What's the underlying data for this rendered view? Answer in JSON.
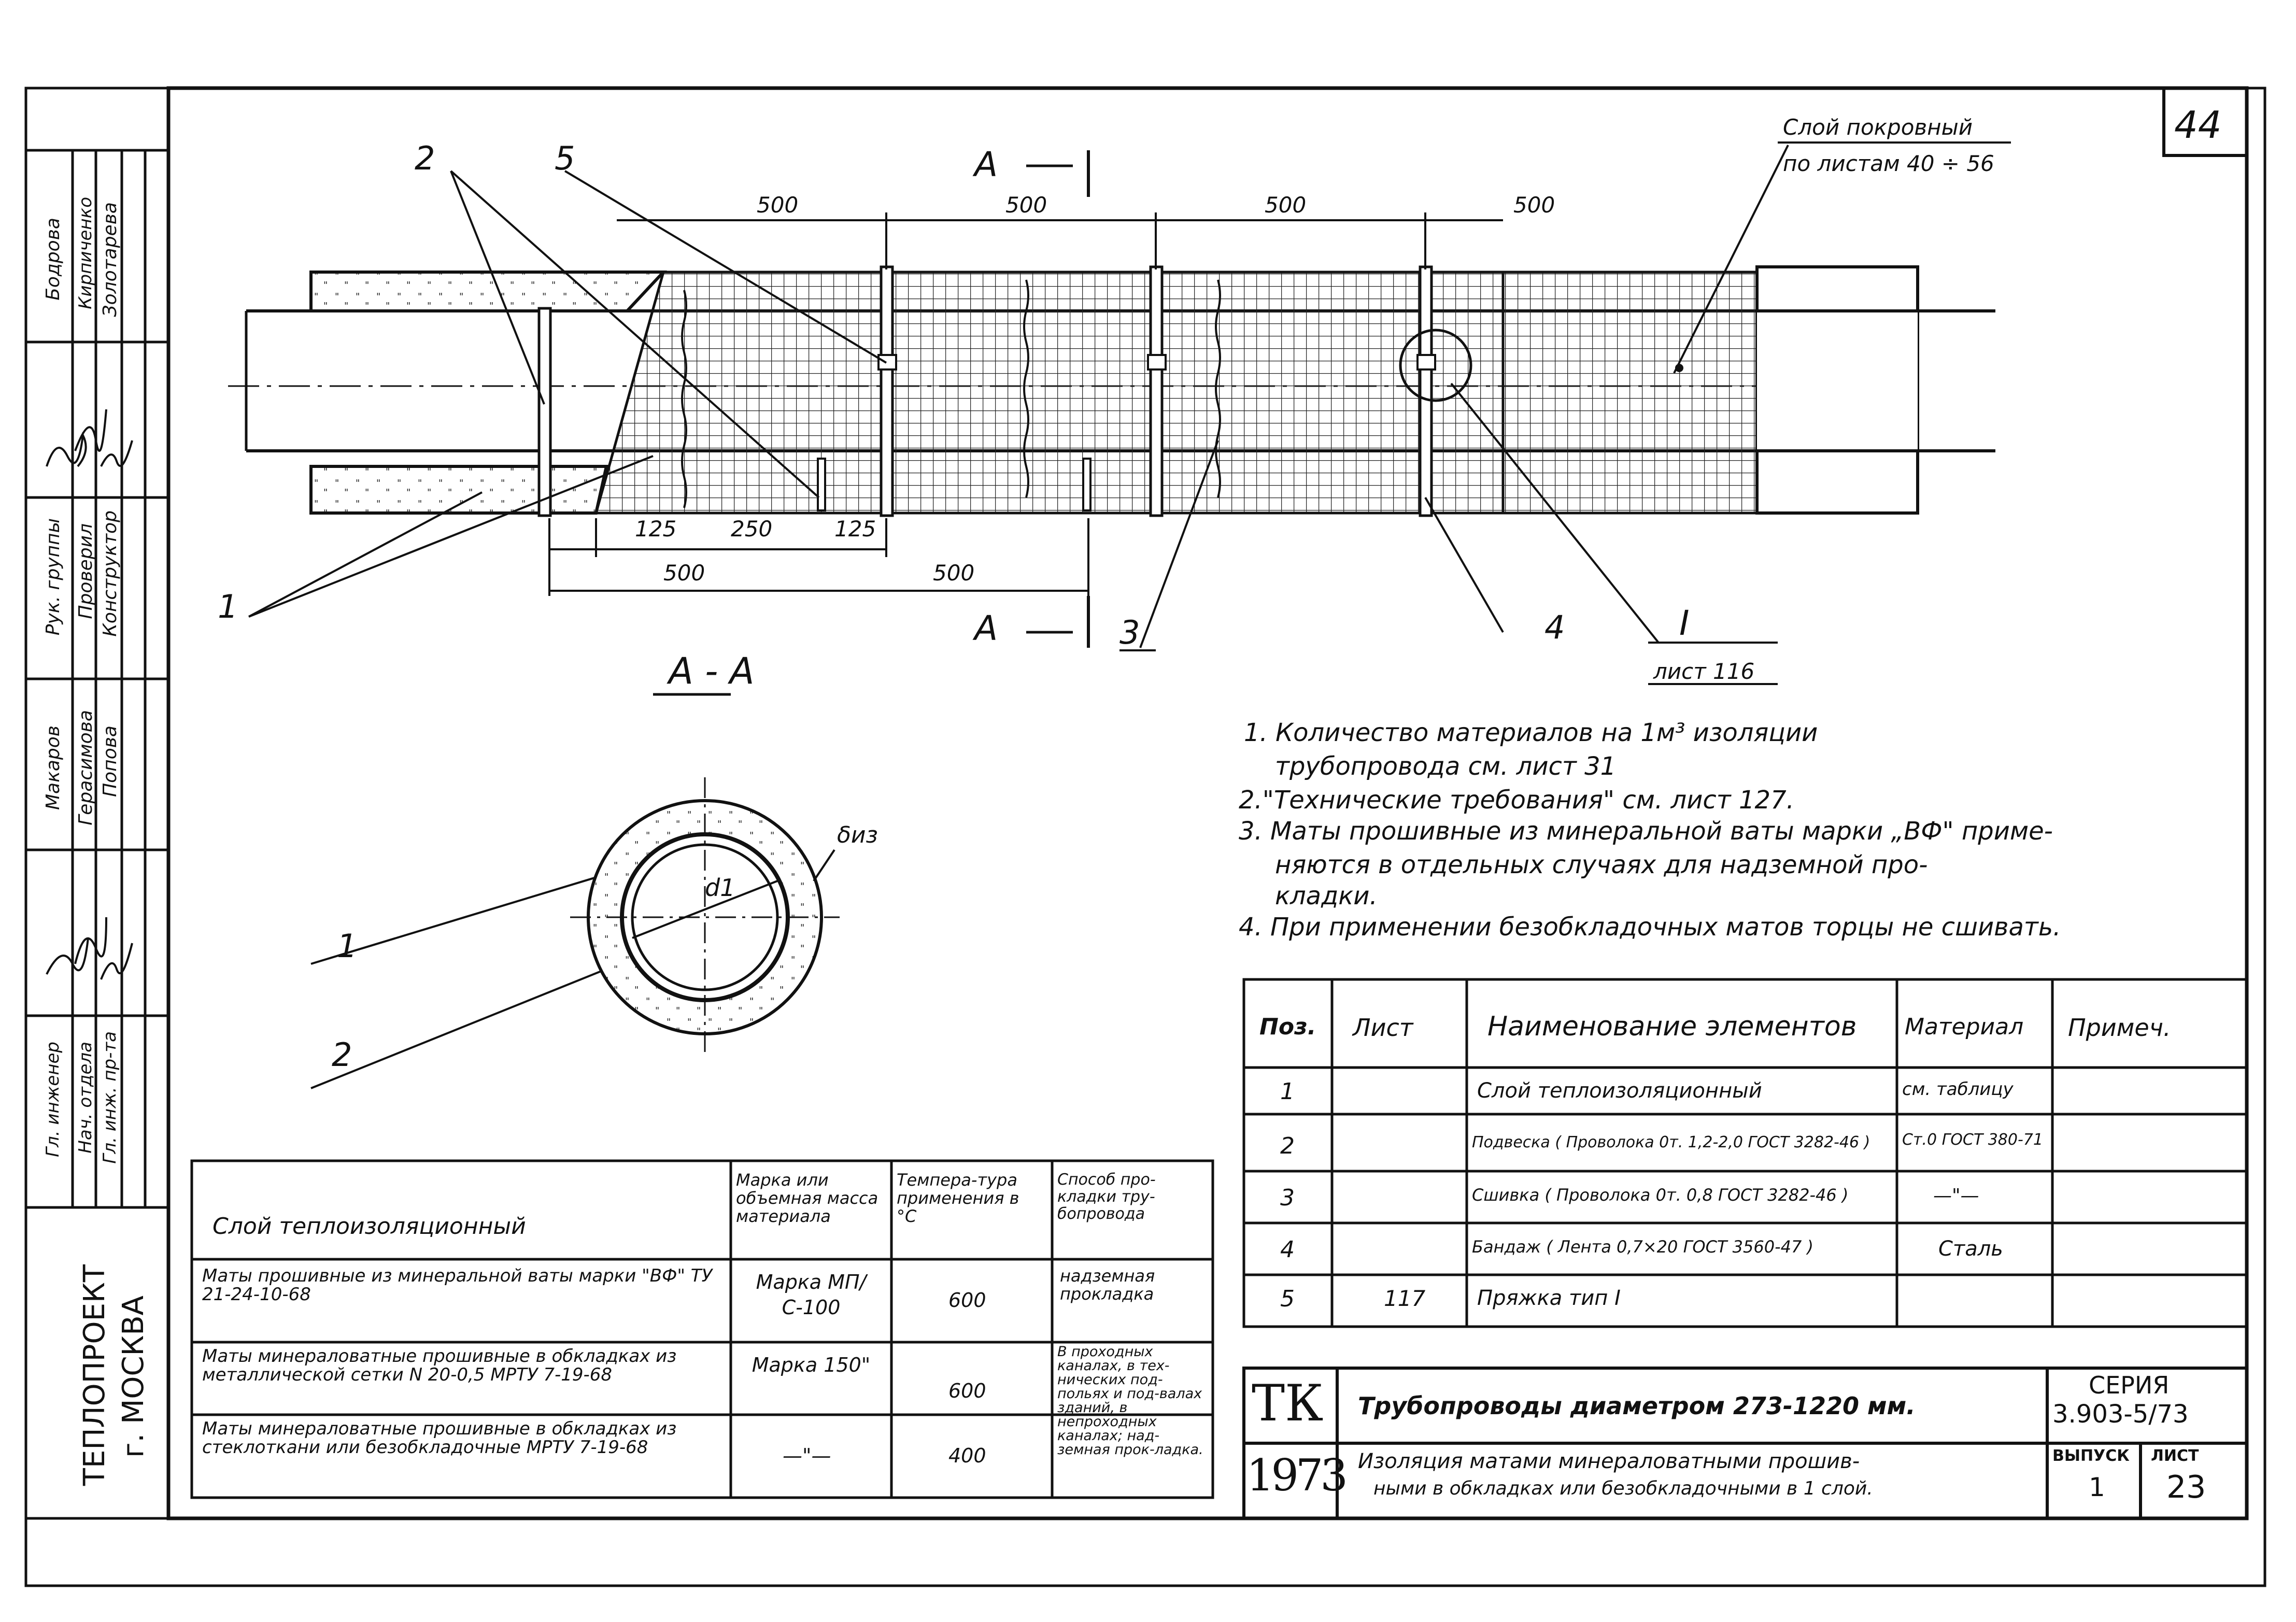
{
  "sheet_number": "44",
  "labels": {
    "p2": "2",
    "p5": "5",
    "p1": "1",
    "p3": "3",
    "p4": "4",
    "pI": "I",
    "section_top": "A",
    "section_bottom": "A",
    "section_title": "A - A",
    "sec_1": "1",
    "sec_2": "2",
    "d1": "d1",
    "diz": "δиз",
    "cover_layer_1": "Слой покровный",
    "cover_layer_2": "по листам 40 ÷ 56",
    "detail_ref": "лист 116"
  },
  "dims": {
    "top": [
      "500",
      "500",
      "500",
      "500"
    ],
    "bottom_small": [
      "125",
      "250",
      "125"
    ],
    "bottom": [
      "500",
      "500"
    ]
  },
  "notes": [
    "1. Количество материалов на 1м³ изоляции",
    "трубопровода см. лист 31",
    "2.\"Технические требования\" см. лист 127.",
    "3. Маты прошивные из минеральной ваты марки „ВФ\" приме-",
    "няются в отдельных случаях для надземной про-",
    "кладки.",
    "4. При применении безобкладочных матов торцы не сшивать."
  ],
  "spec_table": {
    "headers": [
      "Поз.",
      "Лист",
      "Наименование элементов",
      "Материал",
      "Примеч."
    ],
    "rows": [
      [
        "1",
        "",
        "Слой теплоизоляционный",
        "см. таблицу",
        ""
      ],
      [
        "2",
        "",
        "Подвеска ( Проволока 0т. 1,2-2,0 ГОСТ 3282-46 )",
        "Ст.0 ГОСТ 380-71",
        ""
      ],
      [
        "3",
        "",
        "Сшивка ( Проволока 0т. 0,8 ГОСТ 3282-46 )",
        "—\"—",
        ""
      ],
      [
        "4",
        "",
        "Бандаж ( Лента 0,7×20 ГОСТ 3560-47 )",
        "Сталь",
        ""
      ],
      [
        "5",
        "117",
        "Пряжка тип I",
        "",
        ""
      ]
    ]
  },
  "layer_table": {
    "headers": [
      "Слой теплоизоляционный",
      "Марка или объемная масса материала",
      "Темпера-тура применения в °С",
      "Способ про-кладки тру-бопровода"
    ],
    "rows": [
      [
        "Маты прошивные из минеральной ваты марки \"ВФ\" ТУ 21-24-10-68",
        "Марка МП/С-100",
        "600",
        "надземная прокладка"
      ],
      [
        "Маты минераловатные прошивные в обкладках из металлической сетки N 20-0,5 МРТУ 7-19-68",
        "Марка 150\"",
        "600",
        "В проходных каналах, в тех-нических под-польях и под-валах зданий, в непроходных каналах; над-земная прок-ладка."
      ],
      [
        "Маты минераловатные прошивные в обкладках из стеклоткани или безобкладочные МРТУ 7-19-68",
        "—\"—",
        "400",
        ""
      ]
    ]
  },
  "title_block": {
    "logo_top": "ТК",
    "logo_bottom": "1973",
    "title_1": "Трубопроводы диаметром 273-1220 мм.",
    "title_2": "Изоляция матами минераловатными прошив-",
    "title_3": "ными в обкладках или безобкладочными в 1 слой.",
    "series_label": "СЕРИЯ",
    "series_value": "3.903-5/73",
    "issue_label": "ВЫПУСК",
    "issue_value": "1",
    "sheet_label": "ЛИСТ",
    "sheet_value": "23"
  },
  "side_stamp": {
    "roles": [
      "Рук. группы",
      "Проверил",
      "Конструктор",
      "Гл. инженер",
      "Нач. отдела",
      "Гл. инж. пр-та"
    ],
    "names": [
      "Бодрова",
      "Кирпиченко",
      "Золотарева",
      "Макаров",
      "Герасимова",
      "Попова"
    ],
    "org": "ТЕПЛОПРОЕКТ",
    "city": "г. МОСКВА"
  }
}
